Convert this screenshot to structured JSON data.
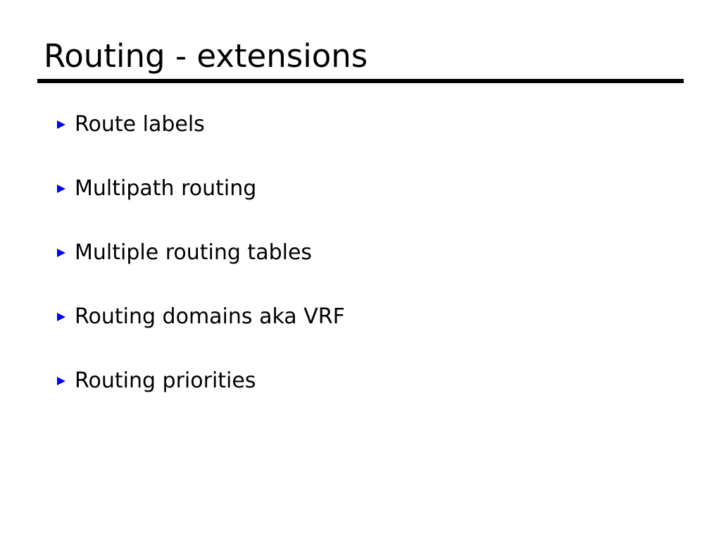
{
  "slide": {
    "title": "Routing - extensions",
    "accent_color": "#0000ff",
    "text_color": "#000000",
    "background_color": "#ffffff",
    "rule_color": "#000000",
    "bullet_glyph": "triangle-right",
    "bullets": [
      {
        "label": "Route labels"
      },
      {
        "label": "Multipath routing"
      },
      {
        "label": "Multiple routing tables"
      },
      {
        "label": "Routing domains aka VRF"
      },
      {
        "label": "Routing priorities"
      }
    ]
  }
}
